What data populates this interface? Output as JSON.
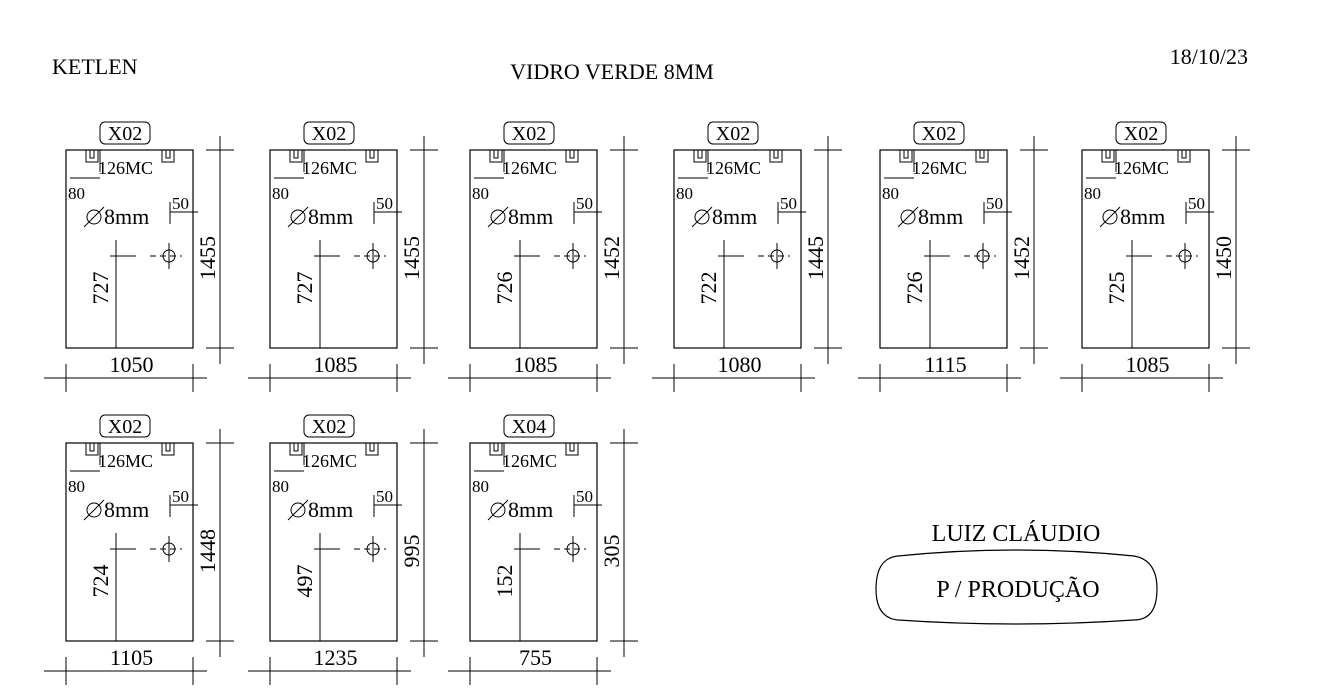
{
  "header": {
    "client": "KETLEN",
    "title": "VIDRO VERDE 8MM",
    "date": "18/10/23"
  },
  "hardware": {
    "lock_label": "126MC",
    "edge_offset_label": "80",
    "hole_offset_label": "50",
    "hole_label": "8mm"
  },
  "panels": [
    {
      "code": "X02",
      "width": "1050",
      "height": "1455",
      "hole_height": "727"
    },
    {
      "code": "X02",
      "width": "1085",
      "height": "1455",
      "hole_height": "727"
    },
    {
      "code": "X02",
      "width": "1085",
      "height": "1452",
      "hole_height": "726"
    },
    {
      "code": "X02",
      "width": "1080",
      "height": "1445",
      "hole_height": "722"
    },
    {
      "code": "X02",
      "width": "1115",
      "height": "1452",
      "hole_height": "726"
    },
    {
      "code": "X02",
      "width": "1085",
      "height": "1450",
      "hole_height": "725"
    },
    {
      "code": "X02",
      "width": "1105",
      "height": "1448",
      "hole_height": "724"
    },
    {
      "code": "X02",
      "width": "1235",
      "height": "995",
      "hole_height": "497"
    },
    {
      "code": "X04",
      "width": "755",
      "height": "305",
      "hole_height": "152"
    }
  ],
  "footer": {
    "recipient": "LUIZ CLÁUDIO",
    "stamp": "P / PRODUÇÃO"
  }
}
